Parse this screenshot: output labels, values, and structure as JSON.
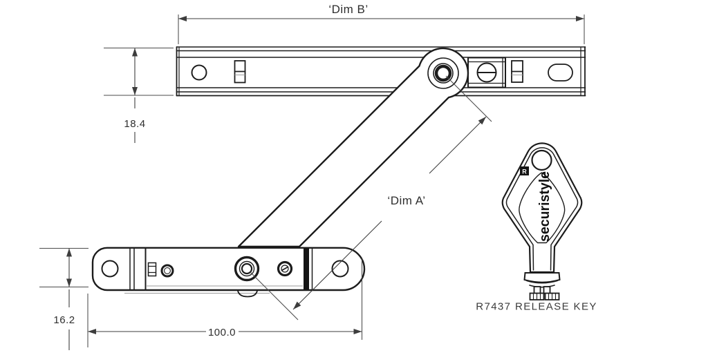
{
  "drawing": {
    "dim_b_label": "‘Dim B’",
    "dim_a_label": "‘Dim A’",
    "top_rail_height": "18.4",
    "bottom_rail_height": "16.2",
    "bottom_rail_length": "100.0"
  },
  "key": {
    "brand_text": "securistyle",
    "brand_reg_mark": "R",
    "label": "R7437 RELEASE KEY"
  },
  "colors": {
    "line": "#1c1c1c",
    "dimension": "#3d3d3d",
    "text": "#2e2e2e"
  }
}
